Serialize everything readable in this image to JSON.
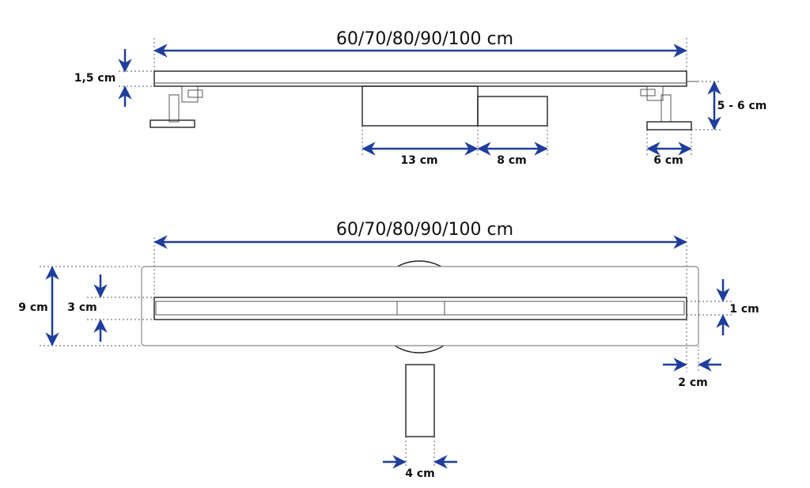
{
  "top_view": {
    "total_length": "60/70/80/90/100 cm",
    "thickness": "1,5 cm",
    "height_adjust": "5 - 6 cm",
    "body_width": "13 cm",
    "outlet_width": "8 cm",
    "foot_width": "6 cm"
  },
  "bottom_view": {
    "total_length": "60/70/80/90/100 cm",
    "outer_width": "9 cm",
    "inner_width": "3 cm",
    "grate_width": "1 cm",
    "edge_width": "2 cm",
    "pipe_width": "4 cm"
  },
  "colors": {
    "dimension_arrow": "#1f3e9c",
    "outline": "#222222"
  }
}
